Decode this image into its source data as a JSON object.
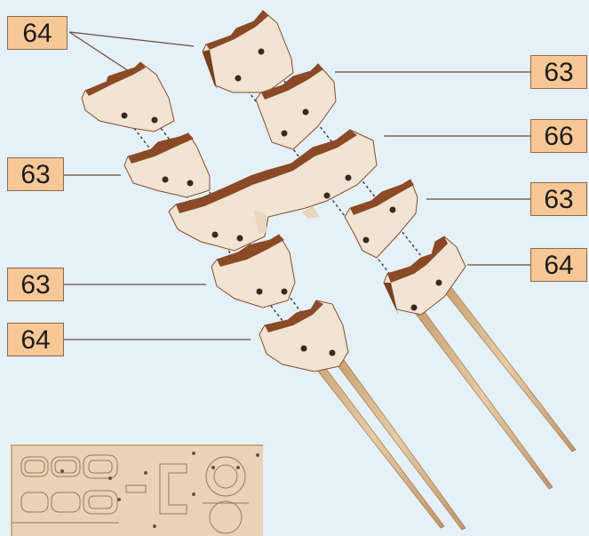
{
  "labels": {
    "top_left_64": "64",
    "left_63_upper": "63",
    "left_63_lower": "63",
    "left_64_bottom": "64",
    "right_63_top": "63",
    "right_66": "66",
    "right_63_mid": "63",
    "right_64": "64"
  },
  "colors": {
    "background": "#e4f1f8",
    "label_fill": "#f7c896",
    "wood_face": "#f1e4d2",
    "wood_edge": "#8b4a25",
    "dowel": "#dcb98f",
    "sheet": "#e9d2b6"
  },
  "icons": {
    "sheet": "laser-cut-wood-sheet"
  }
}
